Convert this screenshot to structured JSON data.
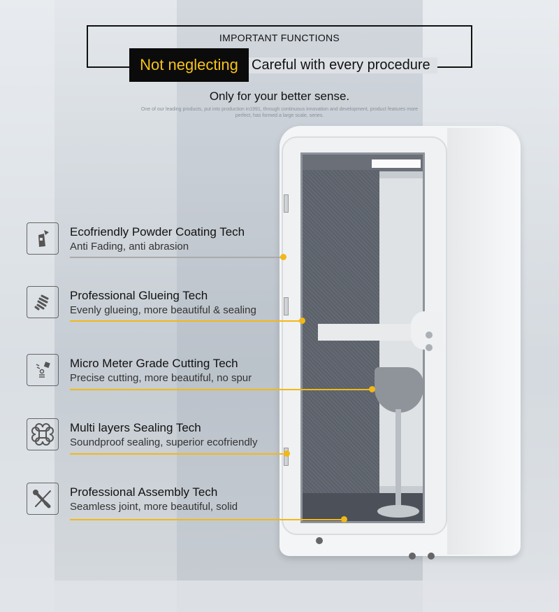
{
  "header": {
    "title": "IMPORTANT FUNCTIONS",
    "highlight": "Not neglecting",
    "tagline": "Careful with every procedure",
    "subtitle": "Only for your better sense.",
    "description": "One of our leading products, put into production in1991, through continuous innovation and development, product features more perfect, has formed a large scale, series."
  },
  "colors": {
    "accent": "#f2b818",
    "highlight_bg": "#0b0b0b"
  },
  "features": [
    {
      "icon": "spray-can-icon",
      "title": "Ecofriendly Powder Coating Tech",
      "subtitle": "Anti Fading, anti abrasion"
    },
    {
      "icon": "glue-tube-icon",
      "title": "Professional Glueing Tech",
      "subtitle": "Evenly glueing, more beautiful & sealing"
    },
    {
      "icon": "laser-cutting-icon",
      "title": "Micro Meter Grade Cutting Tech",
      "subtitle": "Precise cutting, more beautiful, no spur"
    },
    {
      "icon": "command-knot-icon",
      "title": "Multi layers Sealing Tech",
      "subtitle": "Soundproof sealing, superior ecofriendly"
    },
    {
      "icon": "wrench-screwdriver-icon",
      "title": "Professional Assembly Tech",
      "subtitle": "Seamless joint, more beautiful, solid"
    }
  ]
}
